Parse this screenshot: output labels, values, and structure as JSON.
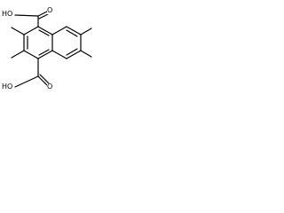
{
  "molecule": {
    "atom_labels": {
      "top_carbonyl_oxygen": "O",
      "top_hydroxyl": "HO",
      "bottom_carbonyl_oxygen": "O",
      "bottom_hydroxyl": "HO"
    }
  },
  "colors": {
    "background": "#ffffff",
    "ink": "#000000"
  }
}
